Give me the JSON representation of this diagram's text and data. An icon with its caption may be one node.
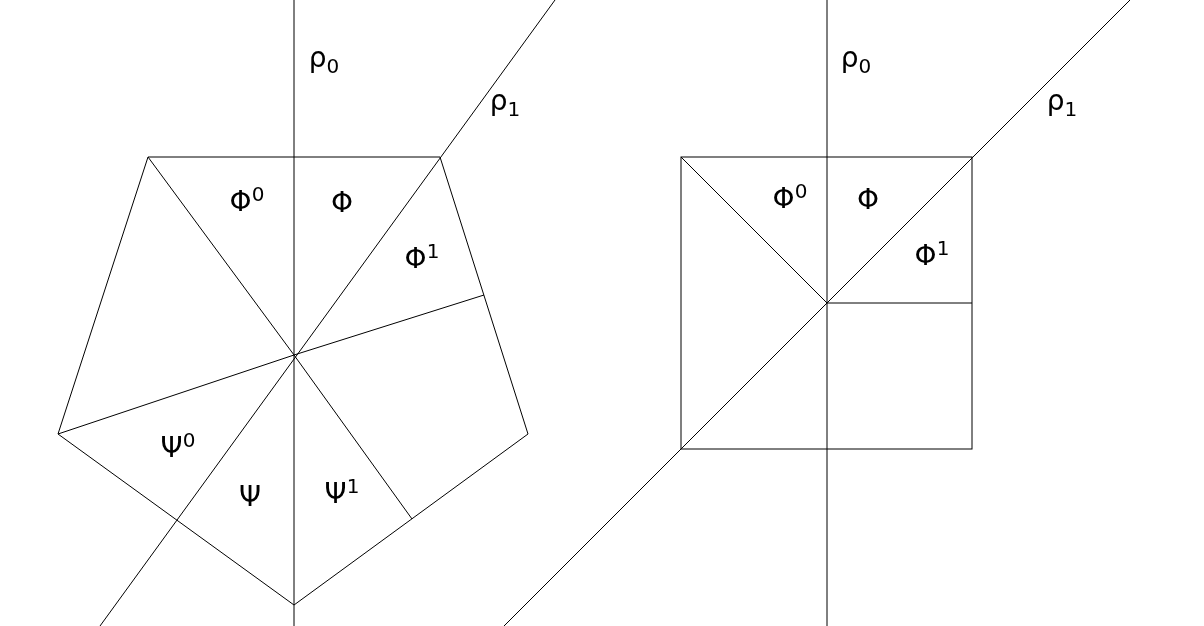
{
  "diagram": {
    "labels": [
      "ρ$_{0}$",
      "ρ$_{1}$",
      "Φ$^{0}$",
      "Φ",
      "Φ$^{1}$",
      "Ψ$^{0}$",
      "Ψ",
      "Ψ$^{1}$",
      "ρ$_{0}$",
      "ρ$_{1}$",
      "Φ$^{0}$",
      "Φ",
      "Φ$^{1}$"
    ]
  }
}
